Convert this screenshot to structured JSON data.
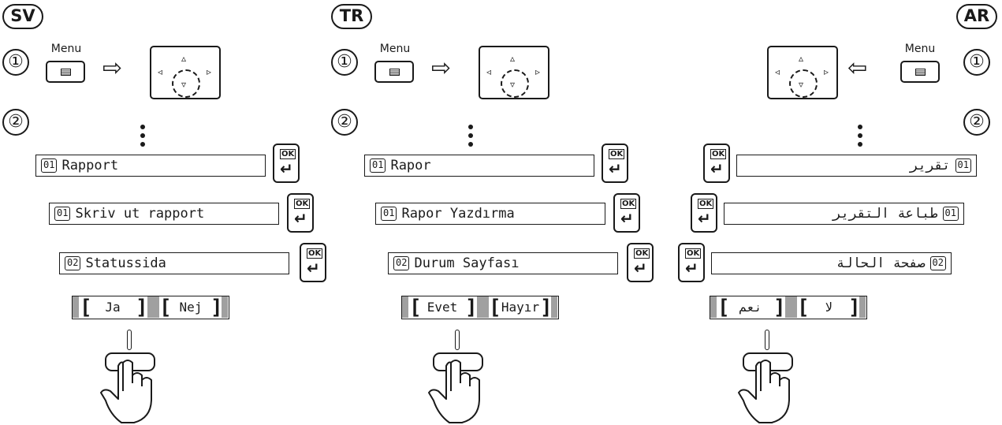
{
  "panels": [
    {
      "code": "SV",
      "menu_label": "Menu",
      "rows": [
        {
          "num": "01",
          "text": "Rapport"
        },
        {
          "num": "01",
          "text": "Skriv ut rapport"
        },
        {
          "num": "02",
          "text": "Statussida"
        }
      ],
      "options": [
        "Ja",
        "Nej"
      ]
    },
    {
      "code": "TR",
      "menu_label": "Menu",
      "rows": [
        {
          "num": "01",
          "text": "Rapor"
        },
        {
          "num": "01",
          "text": "Rapor Yazdırma"
        },
        {
          "num": "02",
          "text": "Durum Sayfası"
        }
      ],
      "options": [
        "Evet",
        "Hayır"
      ]
    },
    {
      "code": "AR",
      "menu_label": "Menu",
      "rows": [
        {
          "num": "01",
          "text": "تقرير"
        },
        {
          "num": "01",
          "text": "طباعة التقرير"
        },
        {
          "num": "02",
          "text": "صفحة الحالة"
        }
      ],
      "options": [
        "نعم",
        "لا"
      ]
    }
  ],
  "steps": [
    "①",
    "②"
  ],
  "ok_label": "OK",
  "enter_glyph": "↵",
  "arrow_right": "⇨",
  "arrow_left": "⇦",
  "dpad": {
    "up": "▵",
    "down": "▿",
    "left": "◃",
    "right": "▹"
  }
}
